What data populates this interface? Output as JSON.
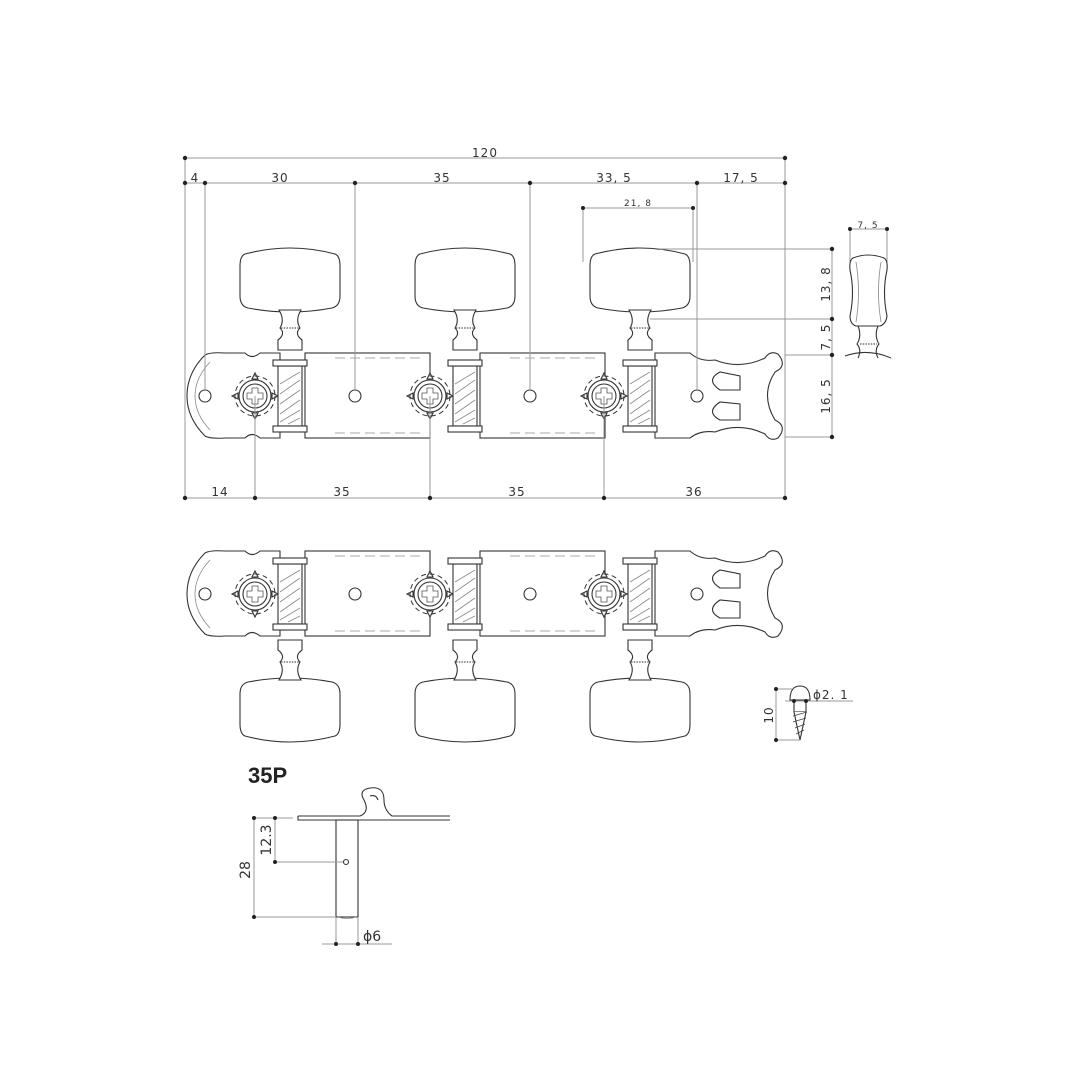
{
  "diagram": {
    "model_label": "35P",
    "top_view": {
      "overall_length": "120",
      "top_segments": [
        "4",
        "30",
        "35",
        "33, 5",
        "17, 5"
      ],
      "knob_width_offset": "21, 8",
      "side_dims": [
        "13, 8",
        "7, 5",
        "16, 5"
      ],
      "bottom_segments": [
        "14",
        "35",
        "35",
        "36"
      ]
    },
    "side_knob": {
      "width": "7, 5"
    },
    "screw": {
      "diameter": "ϕ2. 1",
      "length": "10"
    },
    "post_detail": {
      "height_total": "28",
      "hole_height": "12.3",
      "diameter": "ϕ6"
    }
  }
}
